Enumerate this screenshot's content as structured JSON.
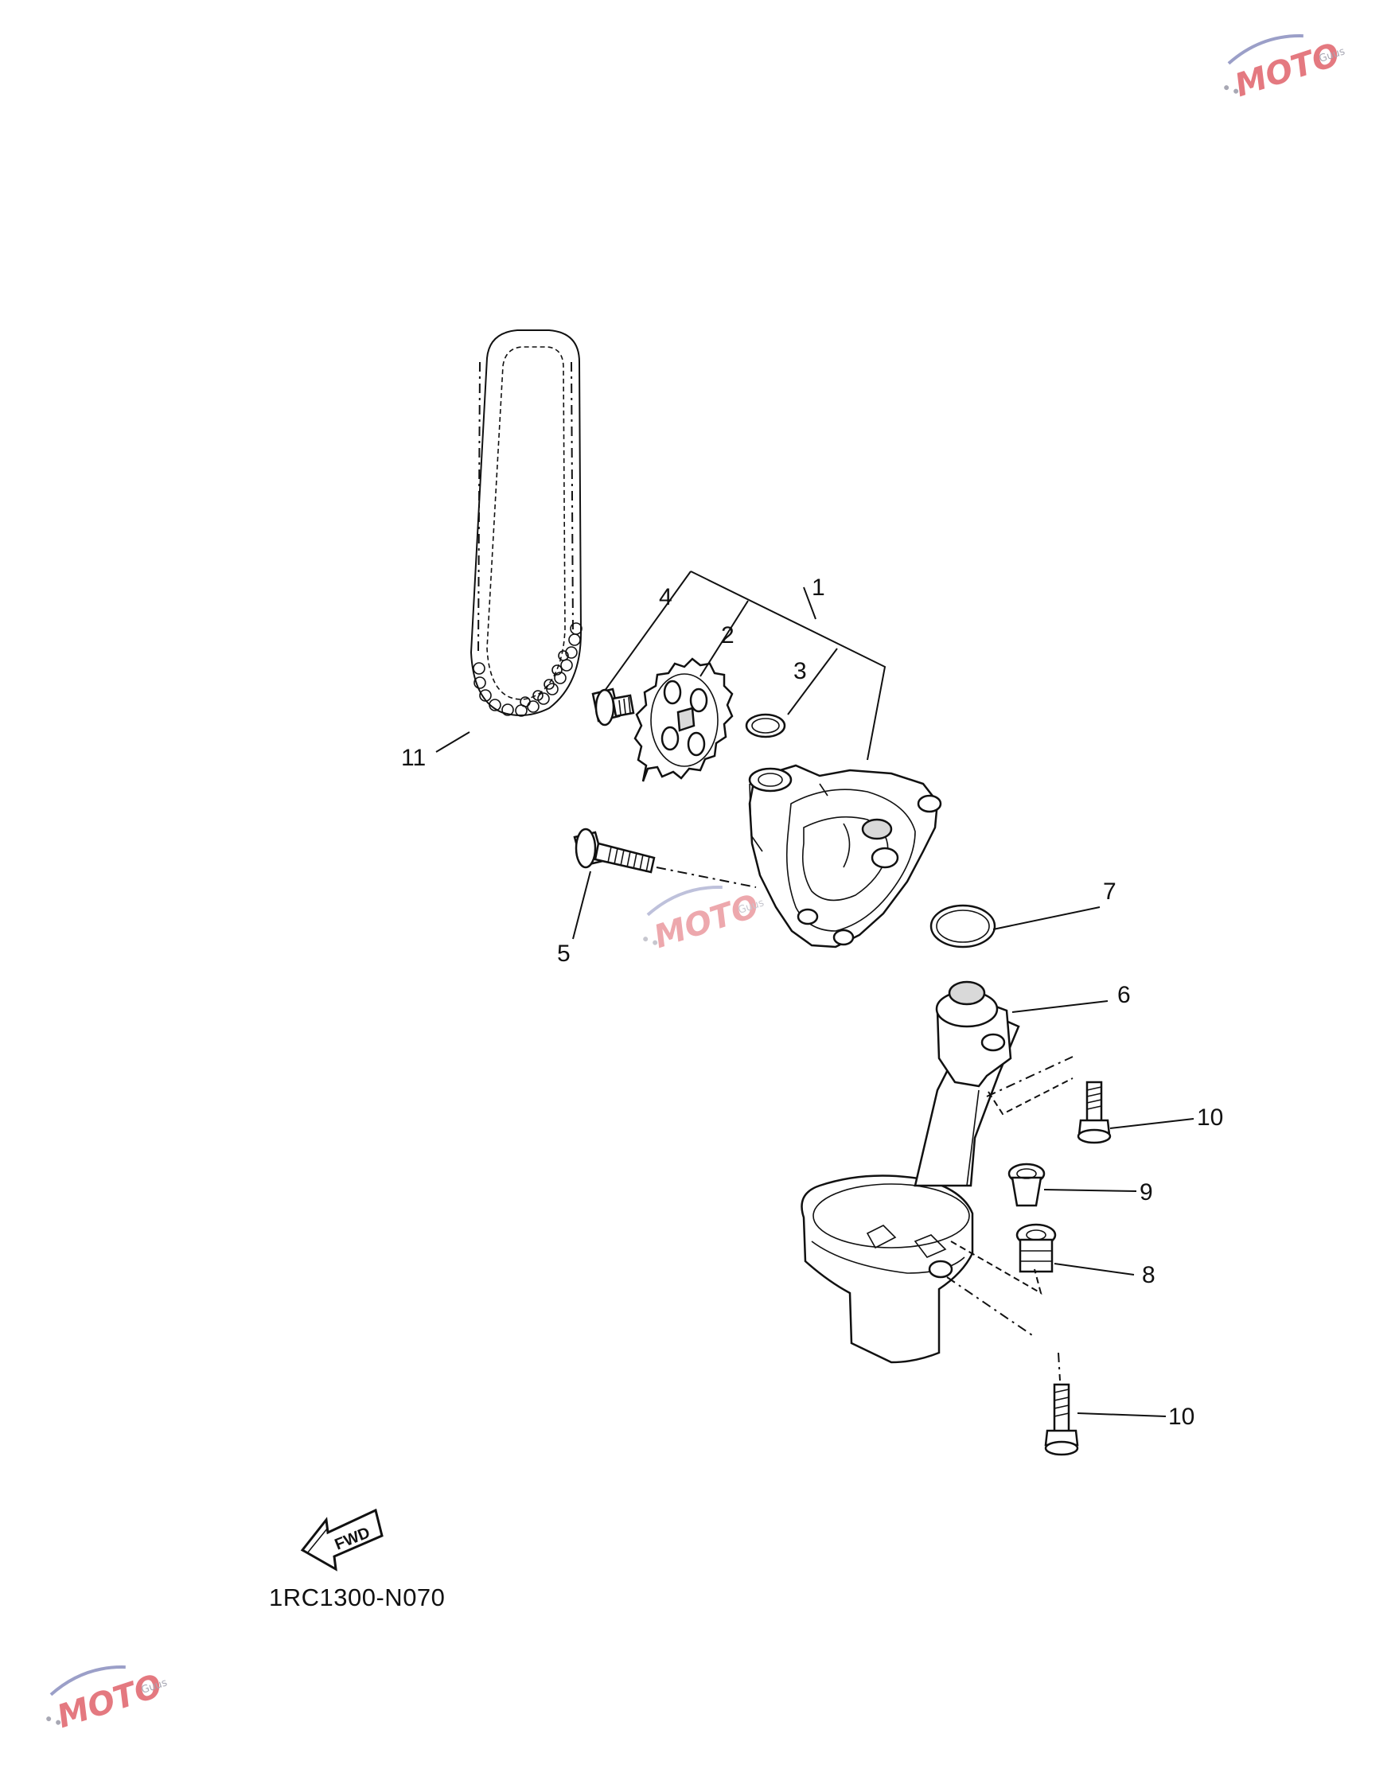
{
  "diagram_code": "1RC1300-N070",
  "fwd_label": "FWD",
  "watermark": {
    "brand": "MOTO",
    "sub": "Guus",
    "colors": {
      "primary": "#e0626b",
      "secondary": "#8a8fbf"
    }
  },
  "callouts": [
    {
      "id": "1",
      "label": "1"
    },
    {
      "id": "2",
      "label": "2"
    },
    {
      "id": "3",
      "label": "3"
    },
    {
      "id": "4",
      "label": "4"
    },
    {
      "id": "5",
      "label": "5"
    },
    {
      "id": "6",
      "label": "6"
    },
    {
      "id": "7",
      "label": "7"
    },
    {
      "id": "8",
      "label": "8"
    },
    {
      "id": "9",
      "label": "9"
    },
    {
      "id": "10a",
      "label": "10"
    },
    {
      "id": "10b",
      "label": "10"
    },
    {
      "id": "11",
      "label": "11"
    }
  ]
}
